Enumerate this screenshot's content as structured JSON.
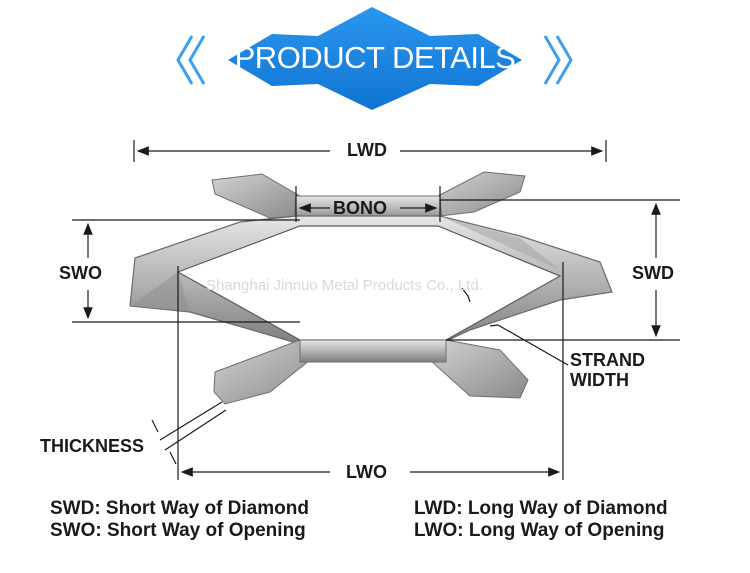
{
  "header": {
    "title": "PRODUCT DETAILS",
    "accent_color": "#1a88e6",
    "chevron_color": "#3aa0ef"
  },
  "diagram": {
    "labels": {
      "lwd": "LWD",
      "bono": "BONO",
      "swo": "SWO",
      "swd": "SWD",
      "strand_width_line1": "STRAND",
      "strand_width_line2": "WIDTH",
      "thickness": "THICKNESS",
      "lwo": "LWO"
    },
    "watermark": "Shanghai Jinnuo Metal Products Co., Ltd."
  },
  "legend": {
    "swd": "SWD: Short Way of Diamond",
    "swo": "SWO: Short Way of Opening",
    "lwd": "LWD: Long Way of Diamond",
    "lwo": "LWO: Long Way of Opening"
  }
}
